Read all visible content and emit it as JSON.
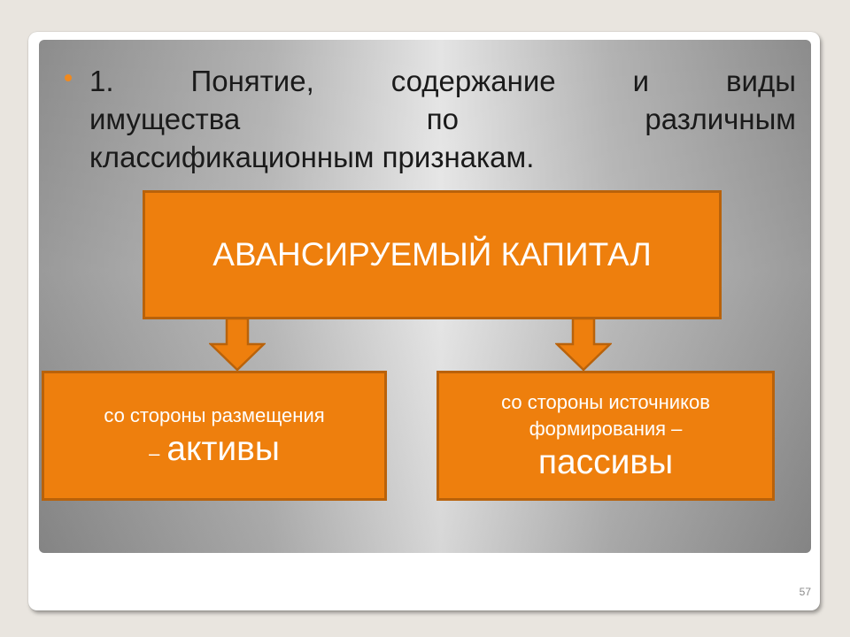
{
  "slide": {
    "title_lines": [
      [
        "1.",
        "Понятие,",
        "содержание",
        "и",
        "виды"
      ],
      [
        "имущества",
        "по",
        "различным"
      ],
      [
        "классификационным признакам."
      ]
    ],
    "page_number": "57"
  },
  "diagram": {
    "top_box": {
      "label": "АВАНСИРУЕМЫЙ КАПИТАЛ"
    },
    "left_box": {
      "line1": "со стороны размещения",
      "dash": "–",
      "big": "активы"
    },
    "right_box": {
      "line1": "со стороны источников",
      "line2": "формирования –",
      "big": "пассивы"
    }
  },
  "colors": {
    "box_fill": "#ee7f0d",
    "box_border": "#b9620a",
    "bullet": "#f0891e"
  },
  "icons": {
    "bullet": "bullet-dot",
    "arrows": [
      "arrow-down-icon",
      "arrow-down-icon"
    ]
  }
}
